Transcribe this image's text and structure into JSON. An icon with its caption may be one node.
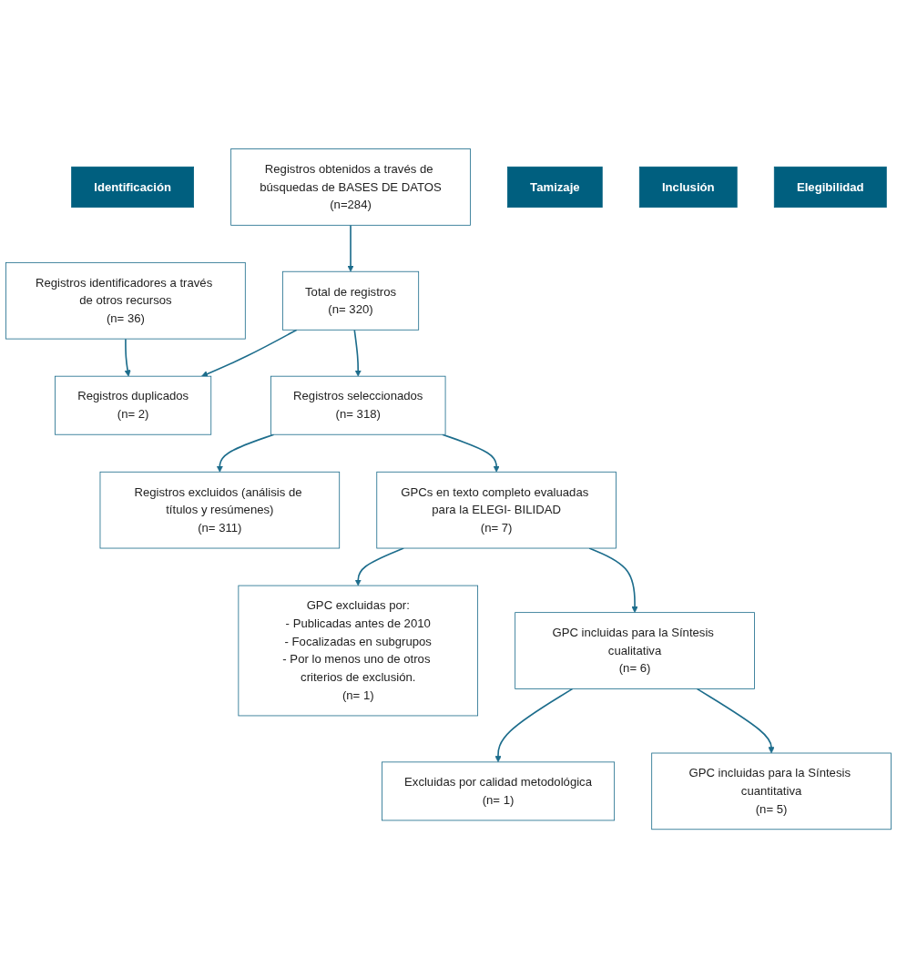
{
  "diagram": {
    "nodes": [
      {
        "text": [
          "Identificación"
        ]
      },
      {
        "text": [
          "Registros obtenidos a través de búsquedas de BASES DE DATOS",
          "(n=284)"
        ]
      },
      {
        "text": [
          "Registros identificadores a través de otros recursos",
          "(n= 36)"
        ]
      },
      {
        "text": [
          "Total de registros",
          "(n= 320)"
        ]
      },
      {
        "text": [
          "Registros duplicados",
          "(n= 2)"
        ]
      },
      {
        "text": [
          "Tamizaje"
        ]
      },
      {
        "text": [
          "Registros seleccionados",
          "(n= 318)"
        ]
      },
      {
        "text": [
          "Registros excluidos (análisis de títulos y resúmenes)",
          "(n= 311)"
        ]
      },
      {
        "text": [
          "Inclusión"
        ]
      },
      {
        "text": [
          "GPCs en texto completo evaluadas para la ELEGI- BILIDAD",
          "(n= 7)"
        ]
      },
      {
        "text": [
          "GPC excluidas por:",
          "- Publicadas antes de 2010",
          "- Focalizadas en subgrupos",
          "- Por lo menos uno de otros criterios de exclusión.",
          "(n= 1)"
        ]
      },
      {
        "text": [
          "GPC incluidas para la Síntesis cualitativa",
          "(n= 6)"
        ]
      },
      {
        "text": [
          "Excluidas por calidad metodológica",
          "(n= 1)"
        ]
      },
      {
        "text": [
          "Elegibilidad"
        ]
      },
      {
        "text": [
          "GPC incluidas para la Síntesis cuantitativa",
          "(n= 5)"
        ]
      }
    ],
    "edges": [
      {
        "from": 1,
        "to": 3,
        "arrow": "to"
      },
      {
        "from": 2,
        "to": 4,
        "arrow": "to"
      },
      {
        "from": 3,
        "to": 4,
        "arrow": "to"
      },
      {
        "from": 3,
        "to": 6,
        "arrow": "to"
      },
      {
        "from": 6,
        "to": 7,
        "arrow": "to"
      },
      {
        "from": 6,
        "to": 9,
        "arrow": "to"
      },
      {
        "from": 9,
        "to": 10,
        "arrow": "to"
      },
      {
        "from": 9,
        "to": 11,
        "arrow": "to"
      },
      {
        "from": 11,
        "to": 12,
        "arrow": "to"
      },
      {
        "from": 11,
        "to": 14,
        "arrow": "to"
      }
    ]
  }
}
